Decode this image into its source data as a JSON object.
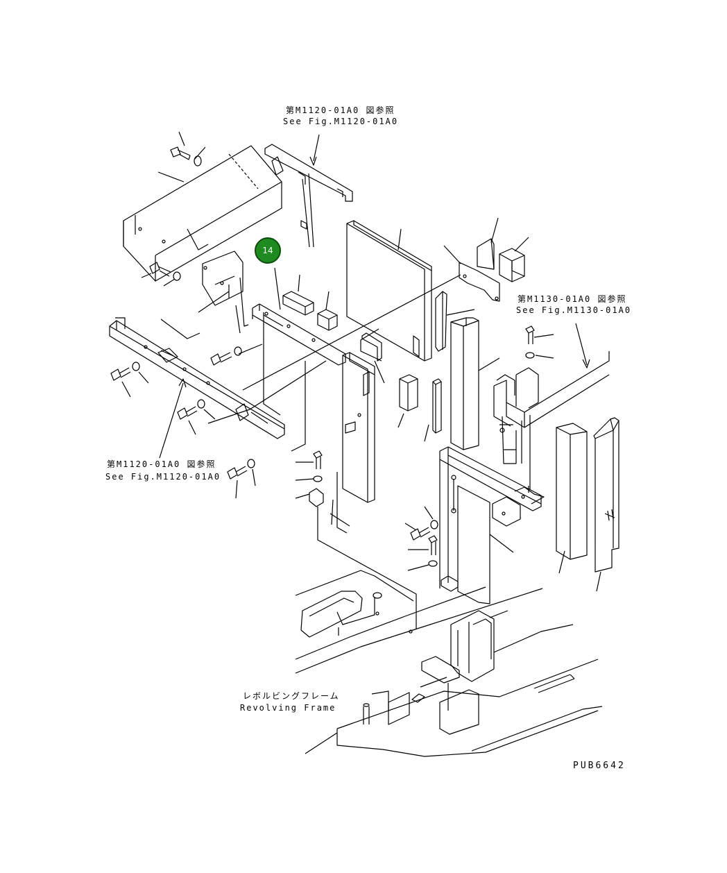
{
  "callout": {
    "number": "14",
    "color": "#1f8a1f"
  },
  "references": {
    "top": {
      "jp": "第M1120-01A0 図参照",
      "en": "See Fig.M1120-01A0"
    },
    "right": {
      "jp": "第M1130-01A0 図参照",
      "en": "See Fig.M1130-01A0"
    },
    "left": {
      "jp": "第M1120-01A0 図参照",
      "en": "See Fig.M1120-01A0"
    }
  },
  "frame_label": {
    "jp": "レボルビングフレーム",
    "en": "Revolving Frame"
  },
  "drawing_code": "PUB6642",
  "line_color": "#000000"
}
